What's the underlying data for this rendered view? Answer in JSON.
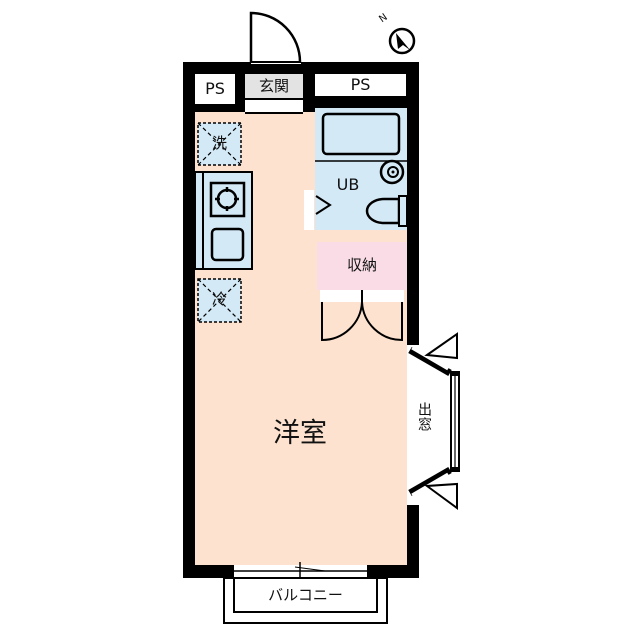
{
  "plan": {
    "rooms": {
      "main_room": "洋室",
      "entrance": "玄関",
      "ps_left": "PS",
      "ps_right": "PS",
      "unit_bath": "UB",
      "storage": "収納",
      "bay_window": "出窓",
      "balcony": "バルコニー",
      "washer": "洗",
      "fridge": "冷"
    },
    "compass": {
      "label": "N",
      "icon": "north-arrow-icon"
    },
    "colors": {
      "wall": "#000000",
      "floor": "#fde3cf",
      "wet_area": "#d3e9f6",
      "storage": "#f9dce6",
      "entrance": "#e3e3e3"
    }
  }
}
